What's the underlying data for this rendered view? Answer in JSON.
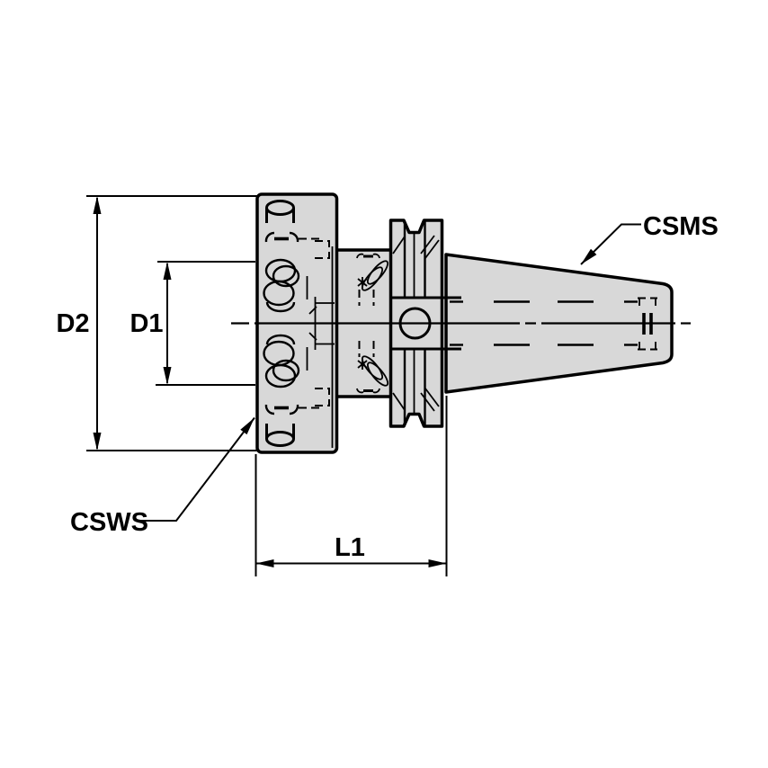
{
  "labels": {
    "d2": "D2",
    "d1": "D1",
    "l1": "L1",
    "csms": "CSMS",
    "csws": "CSWS"
  },
  "colors": {
    "background": "#ffffff",
    "part_fill": "#d8d8d8",
    "line": "#000000"
  }
}
